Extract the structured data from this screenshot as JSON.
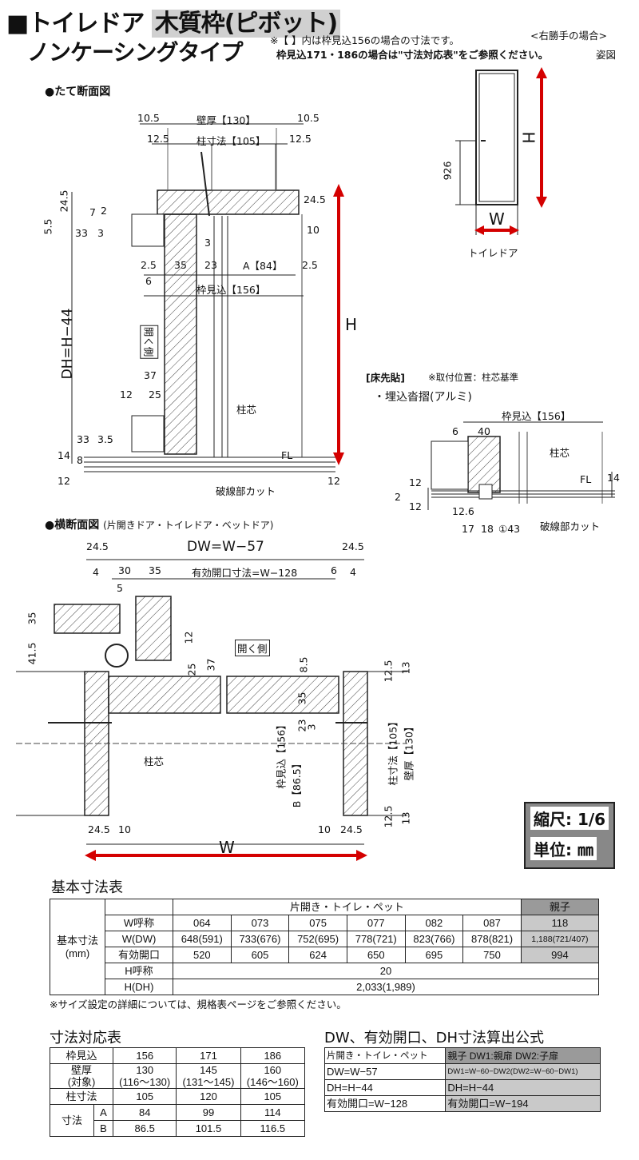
{
  "header": {
    "title_prefix": "■トイレドア",
    "title_box": "木質枠(ピボット)",
    "title_sub": "ノンケーシングタイプ",
    "note1": "※【 】内は枠見込156の場合の寸法です。",
    "note2": "枠見込171・186の場合は\"寸法対応表\"をご参照ください。",
    "hand_note": "<右勝手の場合>",
    "fig_note": "姿図"
  },
  "vertical_section": {
    "heading": "●たて断面図",
    "dims": {
      "d10_5_l": "10.5",
      "wall": "壁厚【130】",
      "d10_5_r": "10.5",
      "d12_5_l": "12.5",
      "pillar": "柱寸法【105】",
      "d12_5_r": "12.5",
      "d24_5": "24.5",
      "d7": "7",
      "d2": "2",
      "d33": "33",
      "d3": "3",
      "d5_5": "5.5",
      "d3b": "3",
      "d2_5a": "2.5",
      "d35": "35",
      "d23": "23",
      "a84": "A【84】",
      "d2_5b": "2.5",
      "d6": "6",
      "frame156": "枠見込【156】",
      "dh": "DH=H−44",
      "open_side": "開く側",
      "d37": "37",
      "d12": "12",
      "d25": "25",
      "pillar_core": "柱芯",
      "d33b": "33",
      "d3_5": "3.5",
      "d14": "14",
      "d8": "8",
      "d12b": "12",
      "d24_5r": "24.5",
      "d10r": "10",
      "fl": "FL",
      "cut": "破線部カット",
      "d12r": "12",
      "h": "H"
    }
  },
  "elevation": {
    "h": "H",
    "d926": "926",
    "w": "W",
    "caption": "トイレドア"
  },
  "floor_detail": {
    "heading": "[床先貼]",
    "note": "※取付位置：柱芯基準",
    "sub": "・埋込沓摺(アルミ)",
    "frame156": "枠見込【156】",
    "d6": "6",
    "d40": "40",
    "pillar_core": "柱芯",
    "d14": "14",
    "fl": "FL",
    "d12a": "12",
    "d2": "2",
    "d12b": "12",
    "d12_6": "12.6",
    "d17": "17",
    "d18": "18",
    "d43": "①43",
    "cut": "破線部カット"
  },
  "horizontal_section": {
    "heading": "●横断面図",
    "heading_sub": "(片開きドア・トイレドア・ベットドア)",
    "d24_5a": "24.5",
    "dw": "DW=W−57",
    "d24_5b": "24.5",
    "d4a": "4",
    "d30": "30",
    "d35": "35",
    "effective": "有効開口寸法=W−128",
    "d6": "6",
    "d4b": "4",
    "d5": "5",
    "d35v": "35",
    "d41_5": "41.5",
    "d12": "12",
    "open_side": "開く側",
    "d25": "25",
    "d37": "37",
    "d8_5": "8.5",
    "d12_5a": "12.5",
    "d13a": "13",
    "d35b": "35",
    "d23": "23",
    "d3": "3",
    "frame156": "枠見込【156】",
    "b86": "B【86.5】",
    "pillar105": "柱寸法【105】",
    "wall130": "壁厚【130】",
    "pillar_core": "柱芯",
    "d12_5b": "12.5",
    "d13b": "13",
    "d24_5c": "24.5",
    "d10a": "10",
    "d10b": "10",
    "d24_5d": "24.5",
    "w": "W"
  },
  "scale_box": {
    "scale": "縮尺: 1/6",
    "unit": "単位: ㎜"
  },
  "basic_table": {
    "title": "基本寸法表",
    "group_header": "片開き・トイレ・ペット",
    "parent_header": "親子",
    "row_label_main": "基本寸法",
    "row_label_unit": "(mm)",
    "w_nominal_label": "W呼称",
    "w_nominal": [
      "064",
      "073",
      "075",
      "077",
      "082",
      "087",
      "118"
    ],
    "w_dw_label": "W(DW)",
    "w_dw": [
      "648(591)",
      "733(676)",
      "752(695)",
      "778(721)",
      "823(766)",
      "878(821)",
      "1,188(721/407)"
    ],
    "eff_label": "有効開口",
    "eff": [
      "520",
      "605",
      "624",
      "650",
      "695",
      "750",
      "994"
    ],
    "h_nominal_label": "H呼称",
    "h_nominal": "20",
    "h_dh_label": "H(DH)",
    "h_dh": "2,033(1,989)",
    "footnote": "※サイズ設定の詳細については、規格表ページをご参照ください。"
  },
  "correspondence_table": {
    "title": "寸法対応表",
    "rows": [
      {
        "label": "枠見込",
        "values": [
          "156",
          "171",
          "186"
        ]
      },
      {
        "label": "壁厚\n(対象)",
        "values": [
          "130\n(116〜130)",
          "145\n(131〜145)",
          "160\n(146〜160)"
        ]
      },
      {
        "label": "柱寸法",
        "values": [
          "105",
          "120",
          "105"
        ]
      }
    ],
    "dim_label": "寸法",
    "a_label": "A",
    "a_values": [
      "84",
      "99",
      "114"
    ],
    "b_label": "B",
    "b_values": [
      "86.5",
      "101.5",
      "116.5"
    ]
  },
  "formula_table": {
    "title": "DW、有効開口、DH寸法算出公式",
    "head_left": "片開き・トイレ・ペット",
    "head_right": "親子 DW1:親扉 DW2:子扉",
    "rows": [
      [
        "DW=W−57",
        "DW1=W−60−DW2(DW2=W−60−DW1)"
      ],
      [
        "DH=H−44",
        "DH=H−44"
      ],
      [
        "有効開口=W−128",
        "有効開口=W−194"
      ]
    ]
  }
}
